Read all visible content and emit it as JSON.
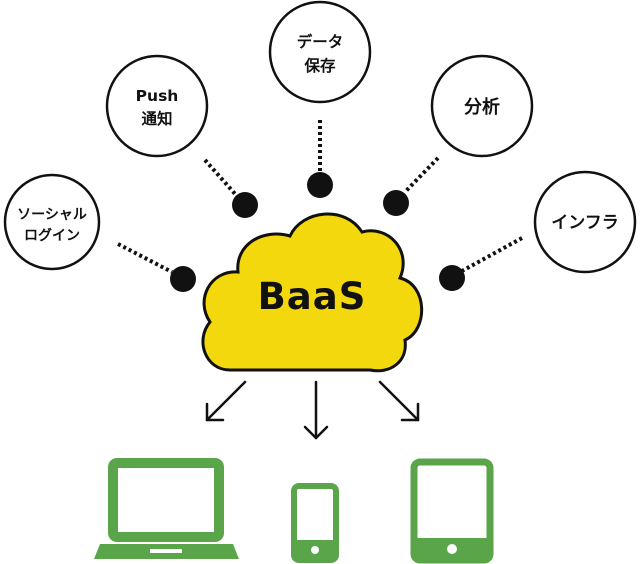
{
  "center": {
    "label": "BaaS"
  },
  "services": [
    {
      "id": "social-login",
      "lines": [
        "ソーシャル",
        "ログイン"
      ]
    },
    {
      "id": "push",
      "lines": [
        "Push",
        "通知"
      ]
    },
    {
      "id": "data-storage",
      "lines": [
        "データ",
        "保存"
      ]
    },
    {
      "id": "analytics",
      "lines": [
        "分析"
      ]
    },
    {
      "id": "infra",
      "lines": [
        "インフラ"
      ]
    }
  ],
  "devices": [
    {
      "id": "laptop",
      "icon": "laptop-icon"
    },
    {
      "id": "smartphone",
      "icon": "smartphone-icon"
    },
    {
      "id": "tablet",
      "icon": "tablet-icon"
    }
  ],
  "colors": {
    "cloud_fill": "#f4d80e",
    "outline": "#111111",
    "device_green": "#5aa549",
    "node_fill": "#ffffff"
  }
}
